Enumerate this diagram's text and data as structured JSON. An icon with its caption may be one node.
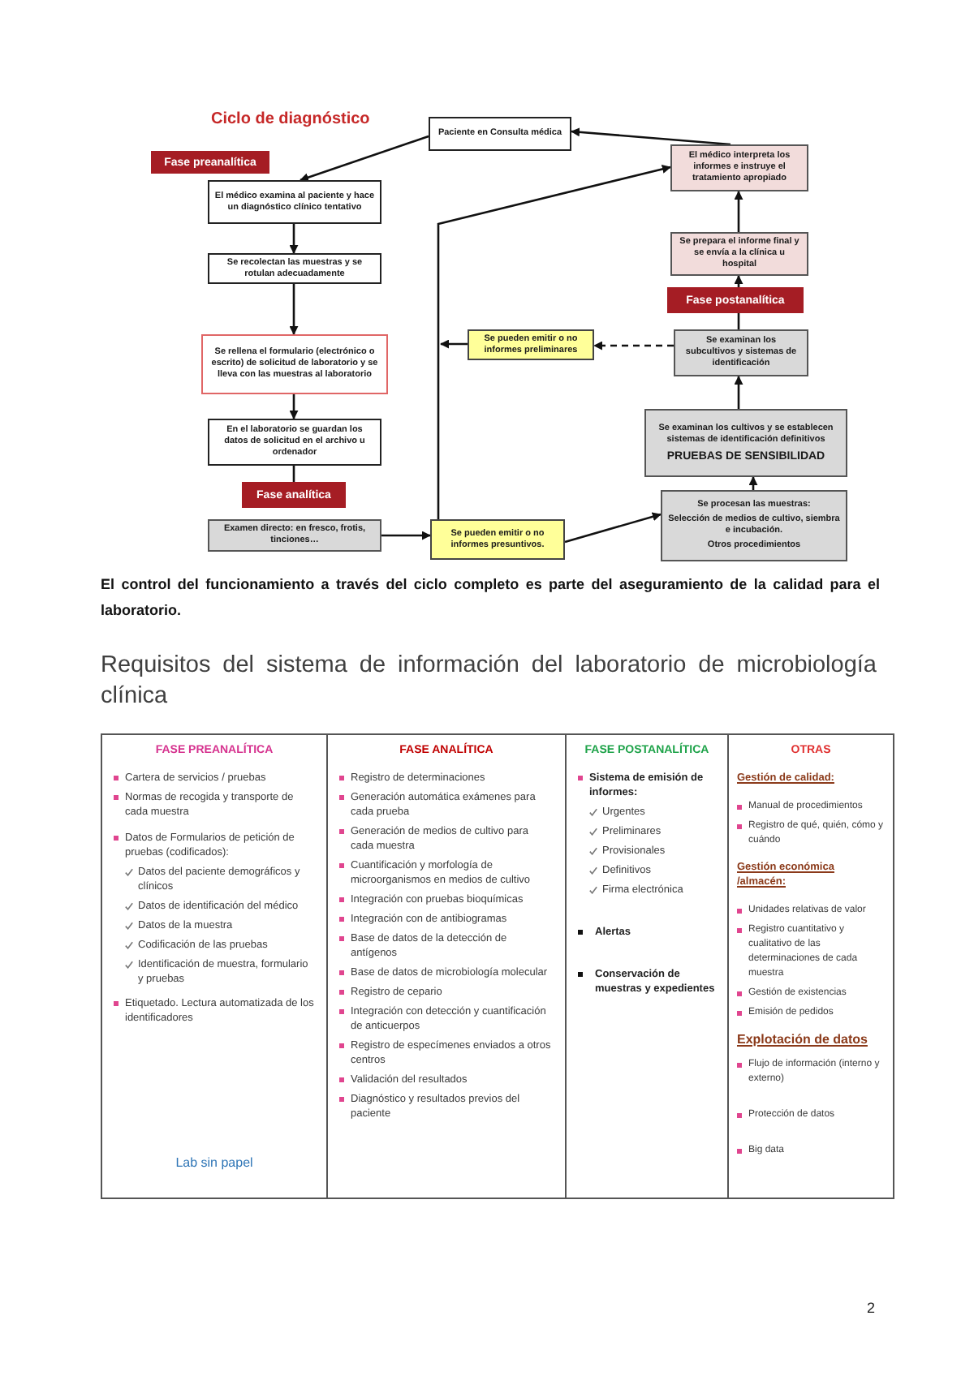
{
  "diagram": {
    "title": "Ciclo de diagnóstico",
    "caption": "El control del funcionamiento a través del ciclo completo es parte del aseguramiento de la calidad para el laboratorio.",
    "nodes": [
      {
        "text": [
          "Paciente en Consulta médica"
        ]
      },
      {
        "text": [
          "Fase preanalítica"
        ]
      },
      {
        "text": [
          "El médico examina al paciente y hace un diagnóstico clínico tentativo"
        ]
      },
      {
        "text": [
          "Se recolectan las muestras y se rotulan adecuadamente"
        ]
      },
      {
        "text": [
          "Se rellena el formulario (electrónico o escrito) de solicitud de laboratorio y se lleva con las muestras al laboratorio"
        ]
      },
      {
        "text": [
          "En el laboratorio se guardan los datos de solicitud en el archivo u ordenador"
        ]
      },
      {
        "text": [
          "Fase analítica"
        ]
      },
      {
        "text": [
          "Examen directo: en fresco, frotis, tinciones…"
        ]
      },
      {
        "text": [
          "Se pueden emitir o no informes presuntivos."
        ]
      },
      {
        "text": [
          "El médico interpreta los informes e instruye el tratamiento apropiado"
        ]
      },
      {
        "text": [
          "Se prepara el informe final y se envía a la clínica u hospital"
        ]
      },
      {
        "text": [
          "Fase postanalítica"
        ]
      },
      {
        "text": [
          "Se pueden emitir o no informes preliminares"
        ]
      },
      {
        "text": [
          "Se examinan los subcultivos y sistemas de identificación"
        ]
      },
      {
        "text": [
          "Se examinan los cultivos y se establecen sistemas de identificación definitivos",
          "PRUEBAS DE SENSIBILIDAD"
        ]
      },
      {
        "text": [
          "Se procesan las muestras:",
          "Selección de medios de cultivo, siembra e incubación.",
          "Otros procedimientos"
        ]
      }
    ],
    "edges": [
      {
        "from": 9,
        "to": 0,
        "arrow": "to"
      },
      {
        "from": 0,
        "to": 2,
        "arrow": "to"
      },
      {
        "from": 2,
        "to": 3,
        "arrow": "to"
      },
      {
        "from": 3,
        "to": 4,
        "arrow": "to"
      },
      {
        "from": 4,
        "to": 5,
        "arrow": "to"
      },
      {
        "from": 5,
        "to": 6,
        "arrow": "none"
      },
      {
        "from": 7,
        "to": 8,
        "arrow": "to"
      },
      {
        "from": 8,
        "to": 15,
        "arrow": "to"
      },
      {
        "from": 15,
        "to": 14,
        "arrow": "to"
      },
      {
        "from": 14,
        "to": 13,
        "arrow": "to"
      },
      {
        "from": 13,
        "to": 11,
        "arrow": "none"
      },
      {
        "from": 11,
        "to": 10,
        "arrow": "to"
      },
      {
        "from": 10,
        "to": 9,
        "arrow": "to"
      },
      {
        "from": 13,
        "to": 12,
        "arrow": "to",
        "style": "dashed"
      },
      {
        "from": 12,
        "to": null,
        "arrow": "to"
      },
      {
        "from": 8,
        "to": 9,
        "arrow": "to"
      }
    ],
    "labels": [
      "Requisitos del sistema de información del laboratorio de microbiología clínica",
      "FASE PREANALÍTICA",
      "FASE ANALÍTICA",
      "FASE POSTANALÍTICA",
      "OTRAS",
      "Cartera de servicios / pruebas",
      "Normas de recogida y transporte de cada muestra",
      "Datos de Formularios de petición de pruebas (codificados):",
      "Datos del paciente demográficos y clínicos",
      "Datos de identificación del médico",
      "Datos de la muestra",
      "Codificación de las pruebas",
      "Identificación de muestra, formulario y pruebas",
      "Etiquetado. Lectura automatizada de los identificadores",
      "Lab sin papel",
      "Registro de determinaciones",
      "Generación automática exámenes para cada prueba",
      "Generación de medios de cultivo para cada muestra",
      "Cuantificación y morfología de microorganismos en medios de cultivo",
      "Integración con pruebas bioquímicas",
      "Integración con de antibiogramas",
      "Base de datos de la detección de antígenos",
      "Base de datos de microbiología molecular",
      "Registro de cepario",
      "Integración con detección y cuantificación de anticuerpos",
      "Registro de especímenes enviados a otros centros",
      "Validación del resultados",
      "Diagnóstico y resultados previos del paciente",
      "Sistema de emisión de informes:",
      "Urgentes",
      "Preliminares",
      "Provisionales",
      "Definitivos",
      "Firma electrónica",
      "Alertas",
      "Conservación de muestras y expedientes",
      "Gestión de calidad:",
      "Manual de procedimientos",
      "Registro de qué, quién, cómo y cuándo",
      "Gestión económica /almacén:",
      "Unidades relativas de valor",
      "Registro cuantitativo y cualitativo de las determinaciones de cada muestra",
      "Gestión de existencias",
      "Emisión de pedidos",
      "Explotación de datos",
      "Flujo de información (interno y externo)",
      "Protección de datos",
      "Big data",
      "2"
    ]
  }
}
